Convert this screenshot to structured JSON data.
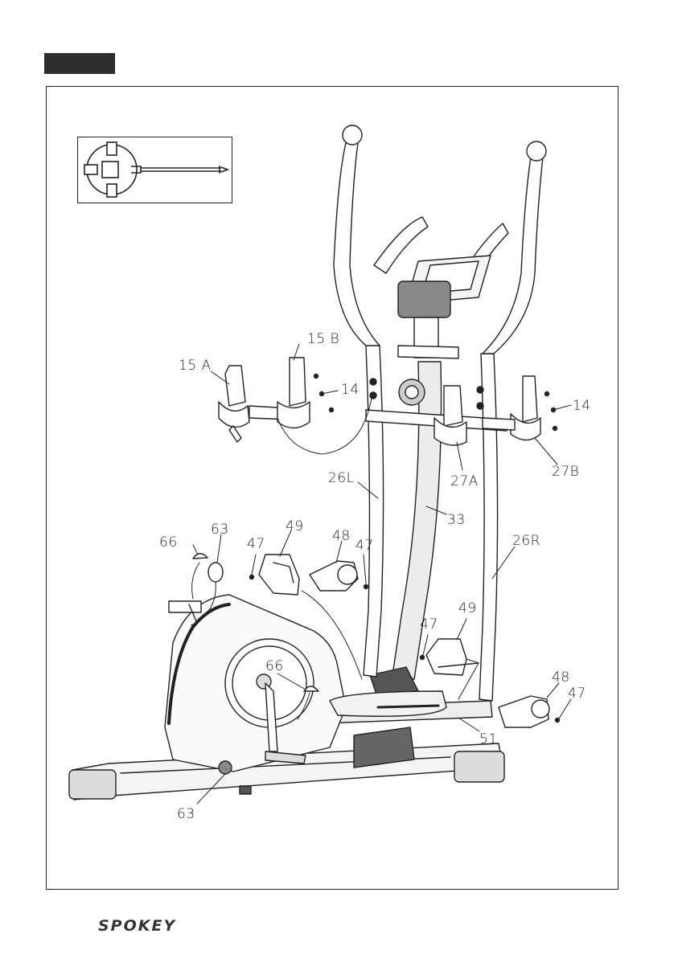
{
  "brand": {
    "logo_text": "SPOKEY"
  },
  "labels": {
    "p15a": "15 A",
    "p15b": "15 B",
    "p14_left": "14",
    "p14_right": "14",
    "p27b": "27B",
    "p27a": "27A",
    "p26l": "26L",
    "p33": "33",
    "p26r": "26R",
    "p66_top": "66",
    "p63_top": "63",
    "p49_top": "49",
    "p48_top": "48",
    "p47_a": "47",
    "p47_b": "47",
    "p47_c": "47",
    "p49_mid": "49",
    "p66_mid": "66",
    "p48_right": "48",
    "p47_right": "47",
    "p51": "51",
    "p63_bottom": "63"
  },
  "colors": {
    "line": "#222222",
    "step_tab": "#2e2e2e",
    "fill_dark": "#555555",
    "fill_light": "#e8e8e8"
  }
}
